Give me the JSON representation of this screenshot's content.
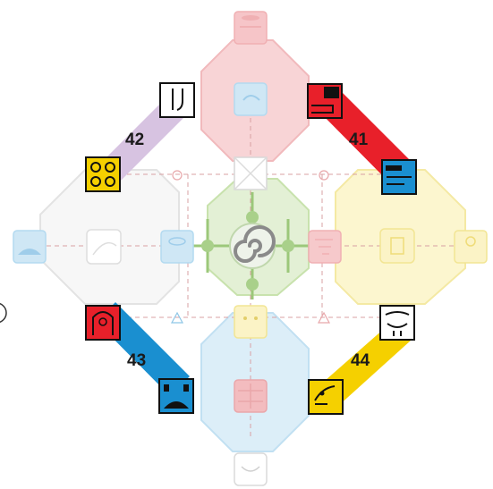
{
  "numbers": {
    "n41": "41",
    "n42": "42",
    "n43": "43",
    "n44": "44"
  },
  "colors": {
    "red": "#e8202a",
    "blue": "#1a8fd0",
    "yellow": "#f5d000",
    "white": "#ffffff",
    "lilac": "#d7c3e1",
    "green": "#8dc63f",
    "faded_red": "#f6c9cb",
    "faded_blue": "#cfe7f5",
    "faded_yellow": "#fbf3c6",
    "faded_green": "#d8ebc4",
    "faded_white": "#ececec"
  },
  "icons": [
    "top-faded-red-glyph-icon",
    "center-spiral-icon",
    "red-glyph-41-start-icon",
    "blue-glyph-41-end-icon",
    "white-glyph-42-start-icon",
    "yellow-glyph-42-end-icon",
    "red-glyph-43-start-icon",
    "blue-glyph-43-end-icon",
    "white-glyph-44-start-icon",
    "yellow-glyph-44-end-icon"
  ]
}
